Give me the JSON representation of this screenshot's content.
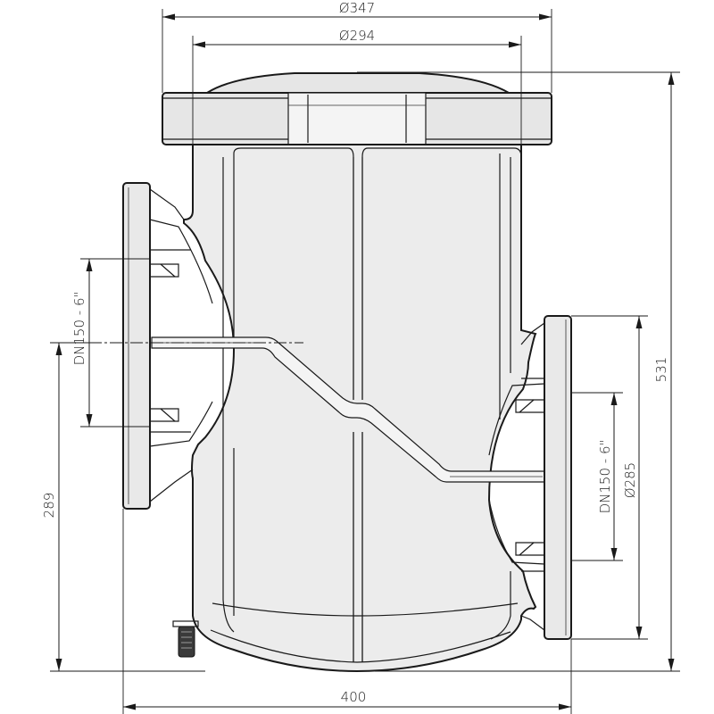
{
  "dimensions": {
    "cover_diameter": "347",
    "opening_diameter": "294",
    "overall_height": "531",
    "inlet_height": "289",
    "overall_width": "400",
    "flange_diameter": "285",
    "inlet_nominal": "DN150 - 6\"",
    "outlet_nominal": "DN150 - 6\"",
    "diameter_symbol": "Ø"
  }
}
